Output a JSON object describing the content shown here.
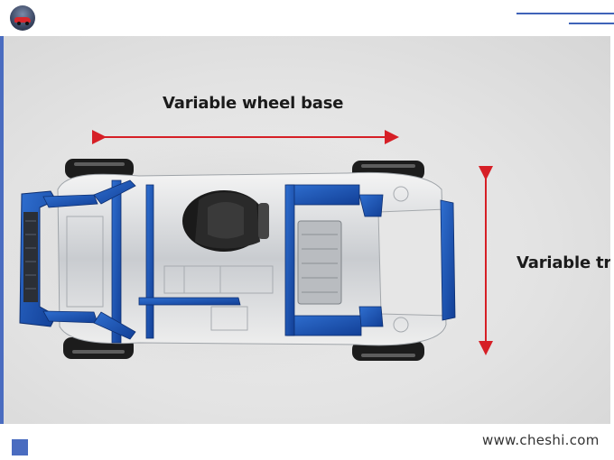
{
  "header": {
    "logo_icon": "cheshi-car-logo-icon",
    "accent_color": "#3f63b8"
  },
  "photo": {
    "captions": {
      "wheel_base": "Variable wheel base",
      "track": "Variable tra"
    },
    "arrow_color": "#d61f26",
    "frame_blue": "#1e57b8"
  },
  "footer": {
    "website": "www.cheshi.com",
    "square_color": "#4a6cc0"
  }
}
